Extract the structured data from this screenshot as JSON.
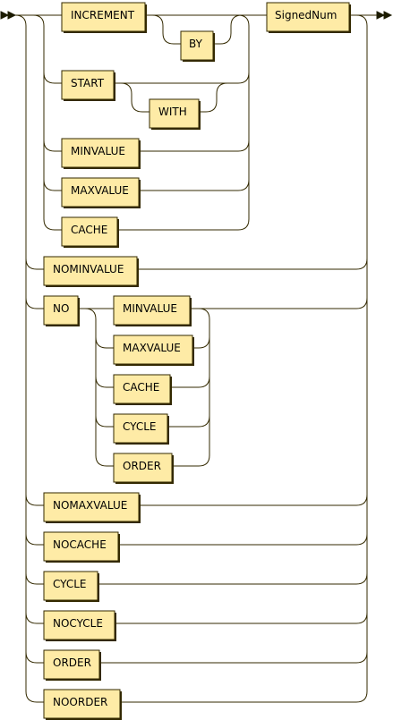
{
  "terminals": {
    "increment": "INCREMENT",
    "by": "BY",
    "start": "START",
    "with": "WITH",
    "minvalue_1": "MINVALUE",
    "maxvalue_1": "MAXVALUE",
    "cache_1": "CACHE",
    "signednum": "SignedNum",
    "nominvalue": "NOMINVALUE",
    "no": "NO",
    "minvalue_2": "MINVALUE",
    "maxvalue_2": "MAXVALUE",
    "cache_2": "CACHE",
    "cycle_1": "CYCLE",
    "order_1": "ORDER",
    "nomaxvalue": "NOMAXVALUE",
    "nocache": "NOCACHE",
    "cycle_2": "CYCLE",
    "nocycle": "NOCYCLE",
    "order_2": "ORDER",
    "noorder": "NOORDER"
  }
}
